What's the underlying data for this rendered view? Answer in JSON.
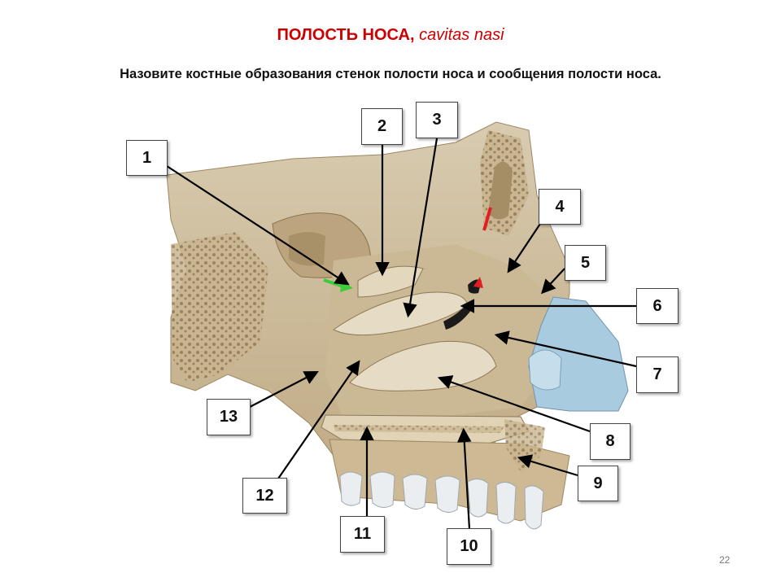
{
  "slide": {
    "title_ru": "ПОЛОСТЬ  НОСА,",
    "title_lat": "cavitas nasi",
    "question": "Назовите костные образования стенок полости носа и сообщения полости носа.",
    "page_number": "22"
  },
  "labels": [
    "1",
    "2",
    "3",
    "4",
    "5",
    "6",
    "7",
    "8",
    "9",
    "10",
    "11",
    "12",
    "13"
  ],
  "illustration": {
    "subject": "sagittal section of nasal cavity, lateral wall",
    "bone_color": "#d9c9a8",
    "cartilage_color": "#a9cbe0",
    "marker_colors": {
      "green_arrow": "#3ccc3c",
      "red_arrow": "#e02020"
    }
  }
}
